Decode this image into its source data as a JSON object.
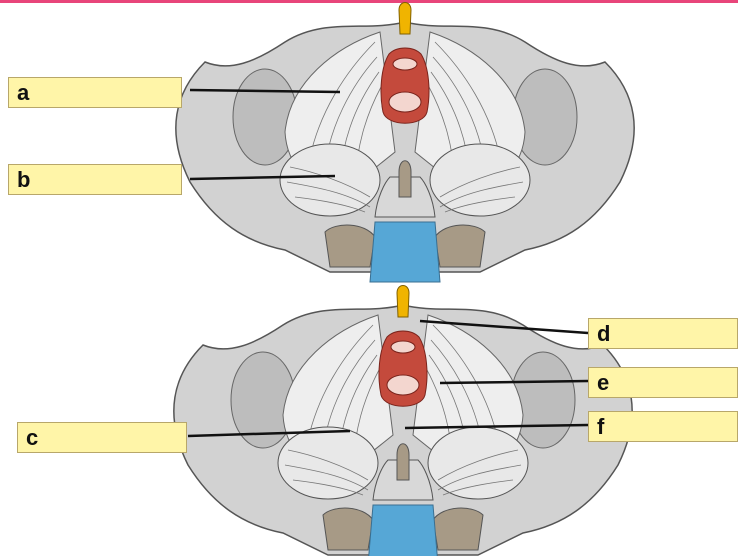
{
  "labels": {
    "a": "a",
    "b": "b",
    "c": "c",
    "d": "d",
    "e": "e",
    "f": "f"
  },
  "colors": {
    "label_fill": "#fff5a8",
    "label_border": "#b8a76a",
    "bone": "#cfcfcf",
    "bone_dark": "#9e9e9e",
    "muscle": "#e3e3e3",
    "rectum_red": "#c44a3c",
    "urethra_yellow": "#f0b400",
    "coccyx_brown": "#a79a86",
    "sacrum_blue": "#56a7d6",
    "arrow": "#111111",
    "accent_bar": "#e8457a"
  }
}
